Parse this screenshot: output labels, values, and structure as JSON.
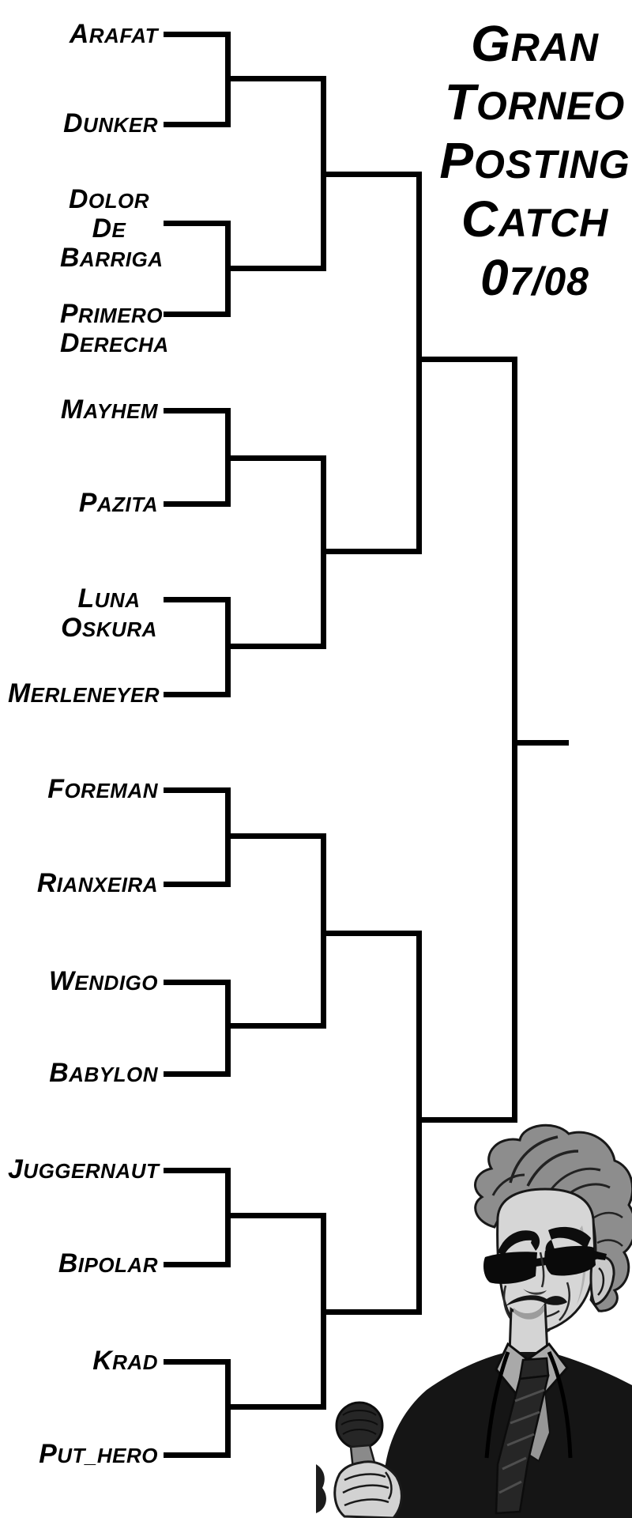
{
  "title": {
    "lines": [
      "GRAN",
      "TORNEO",
      "POSTING",
      "CATCH",
      "07/08"
    ],
    "full": "Gran Torneo Posting Catch 07/08"
  },
  "players": [
    {
      "name": "ARAFAT",
      "lines": [
        "ARAFAT"
      ]
    },
    {
      "name": "DUNKER",
      "lines": [
        "DUNKER"
      ]
    },
    {
      "name": "DOLOR DE BARRIGA",
      "lines": [
        "DOLOR",
        "DE",
        "BARRIGA"
      ]
    },
    {
      "name": "PRIMERO DERECHA",
      "lines": [
        "PRIMERO",
        "DERECHA"
      ]
    },
    {
      "name": "MAYHEM",
      "lines": [
        "MAYHEM"
      ]
    },
    {
      "name": "PAZITA",
      "lines": [
        "PAZITA"
      ]
    },
    {
      "name": "LUNA OSKURA",
      "lines": [
        "LUNA",
        "OSKURA"
      ]
    },
    {
      "name": "MERLENEYER",
      "lines": [
        "MERLENEYER"
      ]
    },
    {
      "name": "FOREMAN",
      "lines": [
        "FOREMAN"
      ]
    },
    {
      "name": "RIANXEIRA",
      "lines": [
        "RIANXEIRA"
      ]
    },
    {
      "name": "WENDIGO",
      "lines": [
        "WENDIGO"
      ]
    },
    {
      "name": "BABYLON",
      "lines": [
        "BABYLON"
      ]
    },
    {
      "name": "JUGGERNAUT",
      "lines": [
        "JUGGERNAUT"
      ]
    },
    {
      "name": "BIPOLAR",
      "lines": [
        "BIPOLAR"
      ]
    },
    {
      "name": "KRAD",
      "lines": [
        "KRAD"
      ]
    },
    {
      "name": "PUT_HERO",
      "lines": [
        "PUT_HERO"
      ]
    }
  ],
  "bracket": {
    "type": "single-elimination",
    "rounds": 4,
    "round1_pairs": [
      [
        "ARAFAT",
        "DUNKER"
      ],
      [
        "DOLOR DE BARRIGA",
        "PRIMERO DERECHA"
      ],
      [
        "MAYHEM",
        "PAZITA"
      ],
      [
        "LUNA OSKURA",
        "MERLENEYER"
      ],
      [
        "FOREMAN",
        "RIANXEIRA"
      ],
      [
        "WENDIGO",
        "BABYLON"
      ],
      [
        "JUGGERNAUT",
        "BIPOLAR"
      ],
      [
        "KRAD",
        "PUT_HERO"
      ]
    ]
  },
  "figure": {
    "label": "tournament announcer holding a microphone"
  },
  "colors": {
    "ink": "#000000",
    "paper": "#ffffff",
    "figure_gray": "#8d8d8d"
  }
}
